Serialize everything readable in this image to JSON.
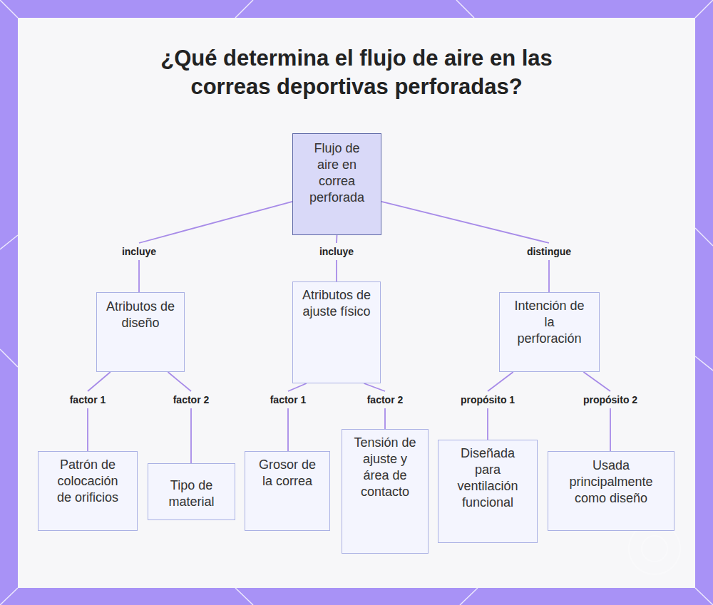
{
  "diagram": {
    "title": "¿Qué determina el flujo de aire en las correas deportivas perforadas?",
    "nodes": [
      {
        "text": [
          "Flujo de aire en correa perforada"
        ]
      },
      {
        "text": [
          "Atributos de diseño"
        ]
      },
      {
        "text": [
          "Atributos de ajuste físico"
        ]
      },
      {
        "text": [
          "Intención de la perforación"
        ]
      },
      {
        "text": [
          "Patrón de colocación de orificios"
        ]
      },
      {
        "text": [
          "Tipo de material"
        ]
      },
      {
        "text": [
          "Grosor de la correa"
        ]
      },
      {
        "text": [
          "Tensión de ajuste y área de contacto"
        ]
      },
      {
        "text": [
          "Diseñada para ventilación funcional"
        ]
      },
      {
        "text": [
          "Usada principalmente como diseño"
        ]
      }
    ],
    "edges": [
      {
        "from": 0,
        "to": 1,
        "label": "incluye",
        "arrow": "none"
      },
      {
        "from": 0,
        "to": 2,
        "label": "incluye",
        "arrow": "none"
      },
      {
        "from": 0,
        "to": 3,
        "label": "distingue",
        "arrow": "none"
      },
      {
        "from": 1,
        "to": 4,
        "label": "factor 1",
        "arrow": "none"
      },
      {
        "from": 1,
        "to": 5,
        "label": "factor 2",
        "arrow": "none"
      },
      {
        "from": 2,
        "to": 6,
        "label": "factor 1",
        "arrow": "none"
      },
      {
        "from": 2,
        "to": 7,
        "label": "factor 2",
        "arrow": "none"
      },
      {
        "from": 3,
        "to": 8,
        "label": "propósito 1",
        "arrow": "none"
      },
      {
        "from": 3,
        "to": 9,
        "label": "propósito 2",
        "arrow": "none"
      }
    ]
  }
}
